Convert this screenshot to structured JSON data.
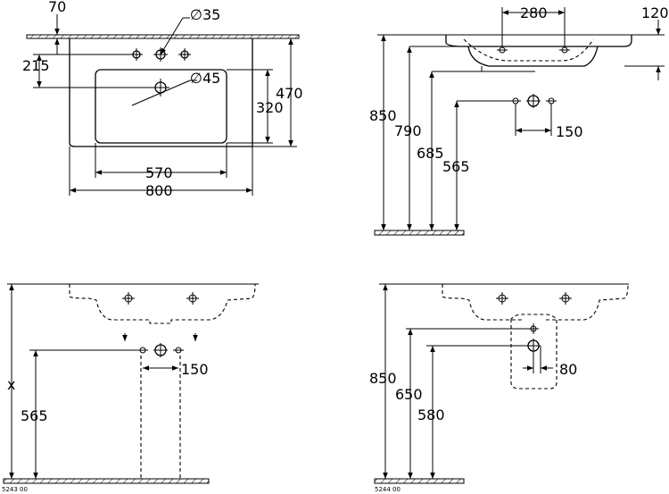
{
  "views": {
    "top_plan": {
      "dimensions": [
        "70",
        "∅35",
        "215",
        "∅45",
        "470",
        "320",
        "570",
        "800"
      ]
    },
    "side_section": {
      "dimensions": [
        "280",
        "120",
        "850",
        "790",
        "685",
        "565",
        "150"
      ]
    },
    "front_pedestal_5243": {
      "dimensions": [
        "x",
        "565",
        "150"
      ],
      "code": "5243 00"
    },
    "front_semipedestal_5244": {
      "dimensions": [
        "850",
        "650",
        "580",
        "80"
      ],
      "code": "5244 00"
    }
  }
}
